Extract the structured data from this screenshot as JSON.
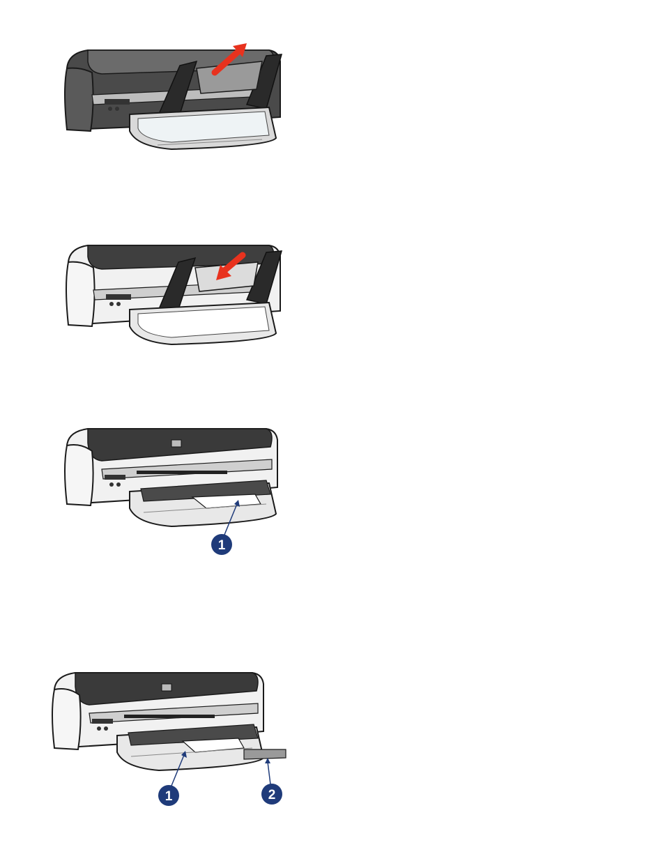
{
  "figures": [
    {
      "id": "fig1",
      "subject": "printer",
      "arrow": "up",
      "callouts": []
    },
    {
      "id": "fig2",
      "subject": "printer",
      "arrow": "down",
      "callouts": []
    },
    {
      "id": "fig3",
      "subject": "printer",
      "arrow": "none",
      "callouts": [
        "1"
      ]
    },
    {
      "id": "fig4",
      "subject": "printer",
      "arrow": "none",
      "callouts": [
        "1",
        "2"
      ]
    }
  ],
  "colors": {
    "printer_body": "#e6e6e6",
    "printer_top": "#3a3a3a",
    "arrow_red": "#e8321e",
    "callout_blue": "#1f3b7a",
    "outline": "#1a1a1a"
  },
  "icons": [
    "printer-illustration",
    "red-arrow-icon",
    "callout-badge"
  ]
}
